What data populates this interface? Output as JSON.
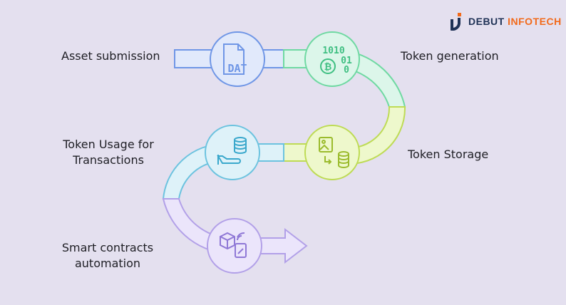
{
  "brand": {
    "name_part1": "DEBUT",
    "name_part2": "INFOTECH"
  },
  "steps": [
    {
      "label": "Asset submission",
      "icon": "document-dat-icon",
      "color": "#6f96e6",
      "icon_text": "DAT"
    },
    {
      "label": "Token generation",
      "icon": "binary-bitcoin-icon",
      "color": "#6fd9a2",
      "icon_text_1": "1010",
      "icon_text_2": "01",
      "icon_text_3": "0"
    },
    {
      "label": "Token Storage",
      "icon": "image-to-database-icon",
      "color": "#bedb55"
    },
    {
      "label_line1": "Token Usage for",
      "label_line2": "Transactions",
      "icon": "database-hand-icon",
      "color": "#6cc3df"
    },
    {
      "label_line1": "Smart contracts",
      "label_line2": "automation",
      "icon": "box-contract-icon",
      "color": "#b2a0e8"
    }
  ],
  "colors": {
    "background": "#e4e0ef",
    "brand_dark": "#1f3256",
    "brand_orange": "#f26a1b"
  }
}
